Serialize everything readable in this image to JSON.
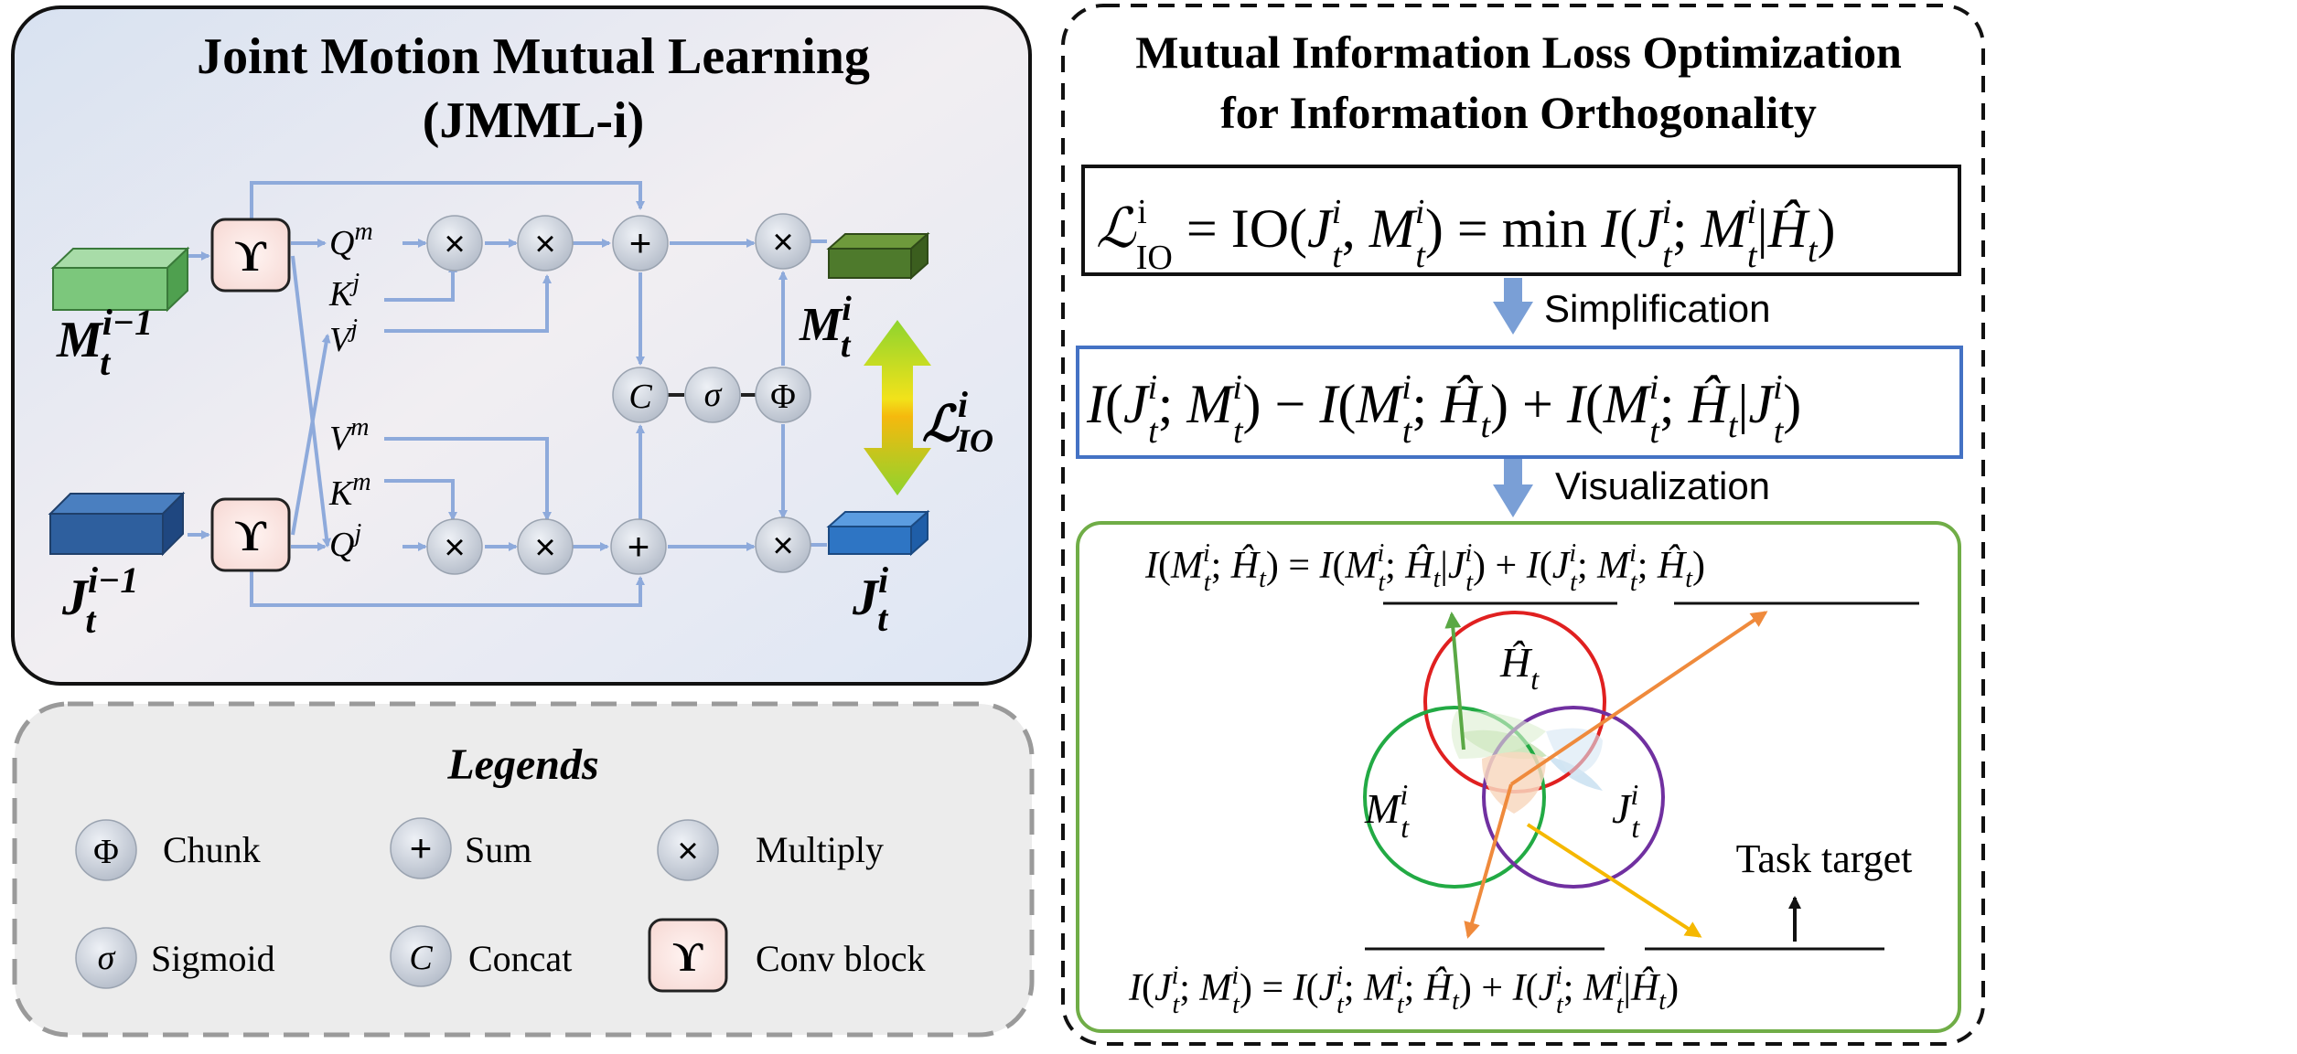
{
  "left_panel": {
    "title_line1": "Joint Motion Mutual Learning",
    "title_line2": "(JMML-i)",
    "conv_symbol": "ϒ",
    "m_prev_base": "M",
    "m_prev_sup": "i−1",
    "m_prev_sub": "t",
    "j_prev_base": "J",
    "j_prev_sup": "i−1",
    "j_prev_sub": "t",
    "m_out_base": "M",
    "m_out_sup": "i",
    "m_out_sub": "t",
    "j_out_base": "J",
    "j_out_sup": "i",
    "j_out_sub": "t",
    "q_m": "Q",
    "q_m_sup": "m",
    "k_j": "K",
    "k_j_sup": "j",
    "v_j": "V",
    "v_j_sup": "j",
    "v_m": "V",
    "v_m_sup": "m",
    "k_m": "K",
    "k_m_sup": "m",
    "q_j": "Q",
    "q_j_sup": "j",
    "op_multiply": "×",
    "op_sum": "+",
    "op_concat": "C",
    "op_sigmoid": "σ",
    "op_chunk": "Φ",
    "loss_base": "ℒ",
    "loss_sup": "i",
    "loss_sub": "IO"
  },
  "legend": {
    "title": "Legends",
    "items": [
      {
        "symbol": "Φ",
        "label": "Chunk"
      },
      {
        "symbol": "+",
        "label": "Sum"
      },
      {
        "symbol": "×",
        "label": "Multiply"
      },
      {
        "symbol": "σ",
        "label": "Sigmoid"
      },
      {
        "symbol": "C",
        "label": "Concat"
      },
      {
        "symbol": "ϒ",
        "label": "Conv block"
      }
    ]
  },
  "right_panel": {
    "title_line1": "Mutual Information Loss Optimization",
    "title_line2": "for Information Orthogonality",
    "eq1": "ℒ^i_IO = IO(J^i_t, M^i_t) = min I(J^i_t; M^i_t|Ĥ_t)",
    "step1_label": "Simplification",
    "eq2": "I(J^i_t; M^i_t) − I(M^i_t; Ĥ_t) + I(M^i_t; Ĥ_t|J^i_t)",
    "step2_label": "Visualization",
    "eq_top": "I(M^i_t; Ĥ_t) = I(M^i_t; Ĥ_t|J^i_t) + I(J^i_t; M^i_t; Ĥ_t)",
    "eq_bottom": "I(J^i_t; M^i_t) = I(J^i_t; M^i_t; Ĥ_t) + I(J^i_t; M^i_t|Ĥ_t)",
    "venn_h": "Ĥ",
    "venn_h_sub": "t",
    "venn_m": "M",
    "venn_m_sup": "i",
    "venn_m_sub": "t",
    "venn_j": "J",
    "venn_j_sup": "i",
    "venn_j_sub": "t",
    "task_target": "Task target"
  },
  "colors": {
    "arrow_blue": "#8eaadb",
    "step_arrow": "#7a9fd6",
    "m_cube": "#7cc77c",
    "m_out_cube": "#4e7a2c",
    "j_cube": "#2e5f9e",
    "j_out_cube": "#2e75c4",
    "venn_red": "#e02020",
    "venn_green": "#22aa44",
    "venn_purple": "#7030a0",
    "box_green": "#70ad47",
    "box_blue": "#4472c4"
  }
}
